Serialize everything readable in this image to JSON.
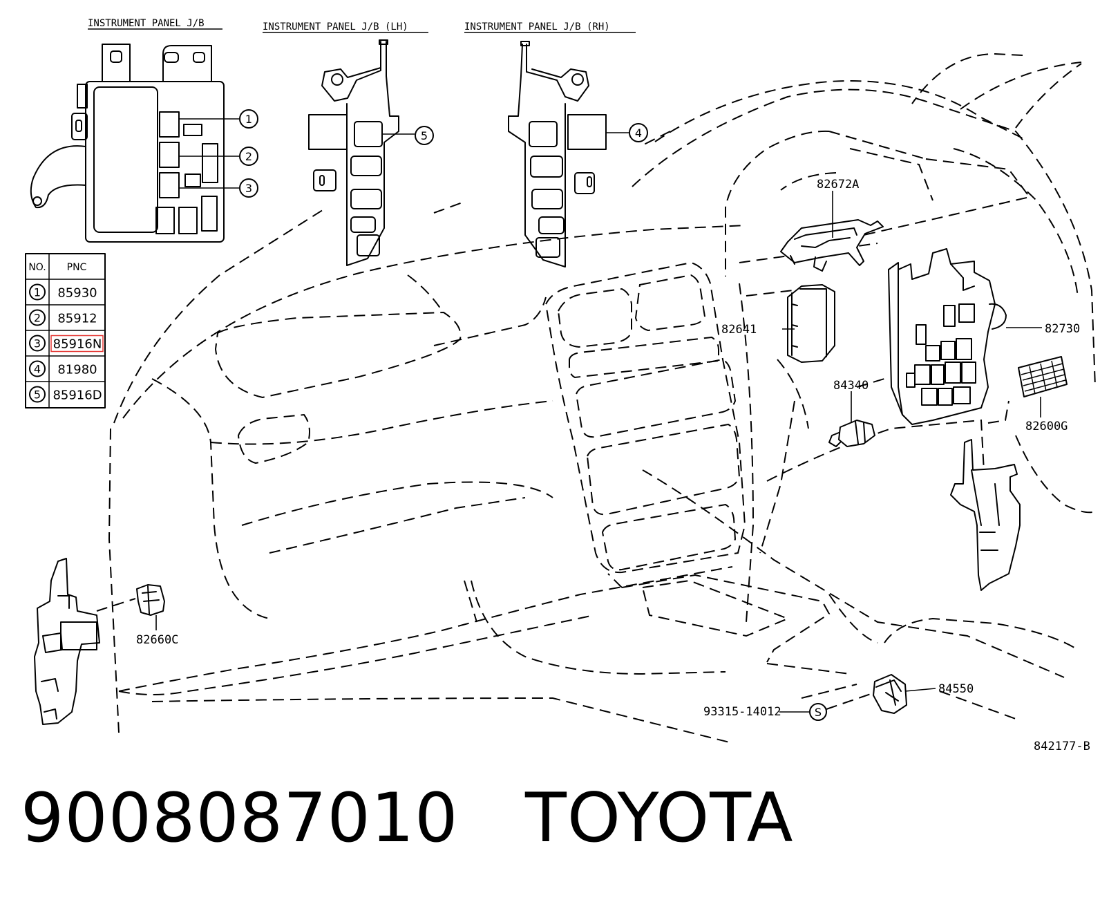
{
  "headers": {
    "jb": "INSTRUMENT PANEL J/B",
    "jb_lh": "INSTRUMENT PANEL J/B (LH)",
    "jb_rh": "INSTRUMENT PANEL J/B  (RH)"
  },
  "callouts": [
    "1",
    "2",
    "3",
    "4",
    "5"
  ],
  "table": {
    "head_no": "NO.",
    "head_pnc": "PNC",
    "rows": [
      {
        "no": "1",
        "pnc": "85930"
      },
      {
        "no": "2",
        "pnc": "85912"
      },
      {
        "no": "3",
        "pnc": "85916N",
        "highlight": true
      },
      {
        "no": "4",
        "pnc": "81980"
      },
      {
        "no": "5",
        "pnc": "85916D"
      }
    ],
    "highlight_color": "#e53935"
  },
  "labels": {
    "p82672A": "82672A",
    "p82641": "82641",
    "p82730": "82730",
    "p84340": "84340",
    "p82600G": "82600G",
    "p82660C": "82660C",
    "p84550": "84550",
    "p93315": "93315-14012",
    "s_mark": "S",
    "ref": "842177-B"
  },
  "caption": {
    "part_number": "9008087010",
    "brand": "TOYOTA"
  }
}
